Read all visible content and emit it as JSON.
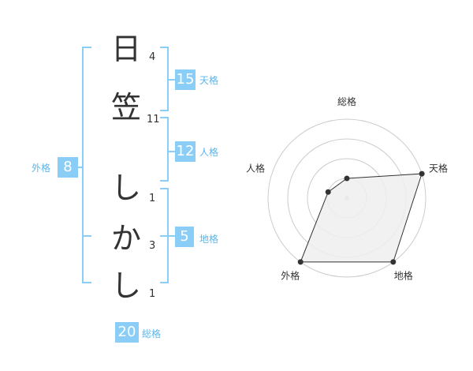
{
  "name": {
    "characters": [
      {
        "char": "日",
        "strokes": "4"
      },
      {
        "char": "笠",
        "strokes": "11"
      },
      {
        "char": "し",
        "strokes": "1"
      },
      {
        "char": "か",
        "strokes": "3"
      },
      {
        "char": "し",
        "strokes": "1"
      }
    ]
  },
  "kakusu": {
    "tenkaku": {
      "value": "15",
      "label": "天格"
    },
    "jinkaku": {
      "value": "12",
      "label": "人格"
    },
    "chikaku": {
      "value": "5",
      "label": "地格"
    },
    "gaikaku": {
      "value": "8",
      "label": "外格"
    },
    "soukaku": {
      "value": "20",
      "label": "総格"
    }
  },
  "colors": {
    "accent": "#8acdf6",
    "accent_text": "#5bb6ea",
    "radar_fill": "#efefef",
    "radar_ring": "#cccccc"
  },
  "chart_data": {
    "type": "radar",
    "axes": [
      "総格",
      "天格",
      "地格",
      "外格",
      "人格"
    ],
    "values": [
      1,
      4,
      4,
      4,
      1
    ],
    "rmax": 4,
    "rings": 4
  }
}
